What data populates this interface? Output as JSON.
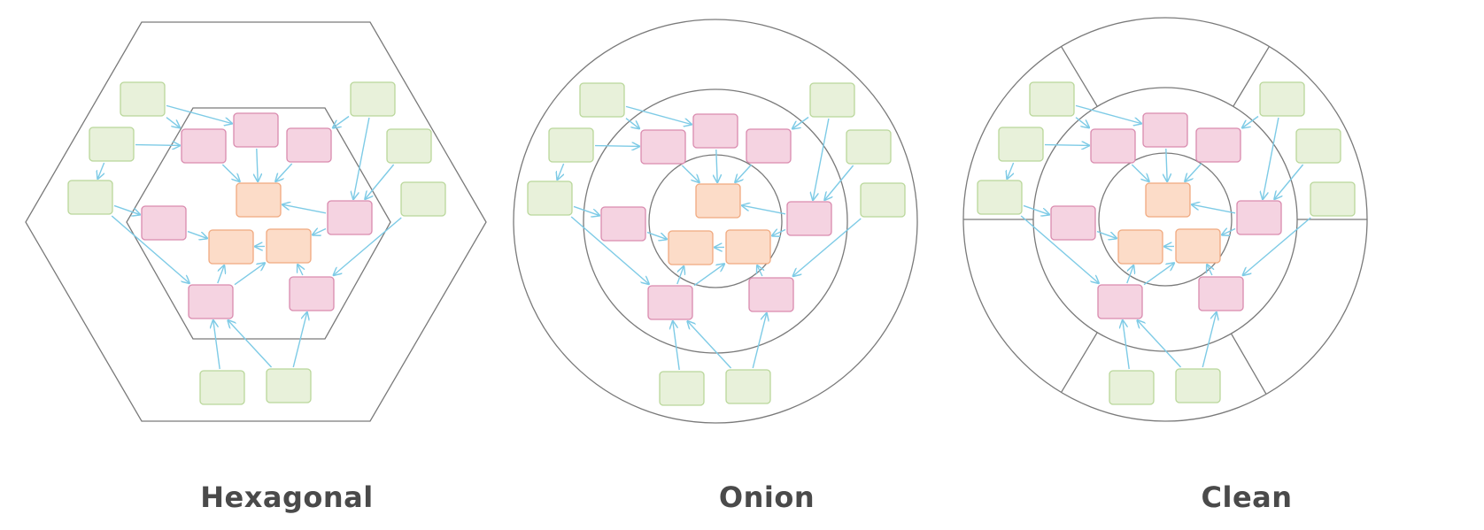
{
  "diagrams": [
    {
      "id": "hexagonal",
      "label": "Hexagonal"
    },
    {
      "id": "onion",
      "label": "Onion"
    },
    {
      "id": "clean",
      "label": "Clean"
    }
  ],
  "colors": {
    "outline": "#7a7a7a",
    "arrow": "#7ecbe6",
    "outer_box_fill": "#e8f1da",
    "outer_box_stroke": "#b9d79a",
    "middle_box_fill": "#f5d3e1",
    "middle_box_stroke": "#d98aae",
    "core_box_fill": "#fcdcc8",
    "core_box_stroke": "#f0a97f"
  }
}
